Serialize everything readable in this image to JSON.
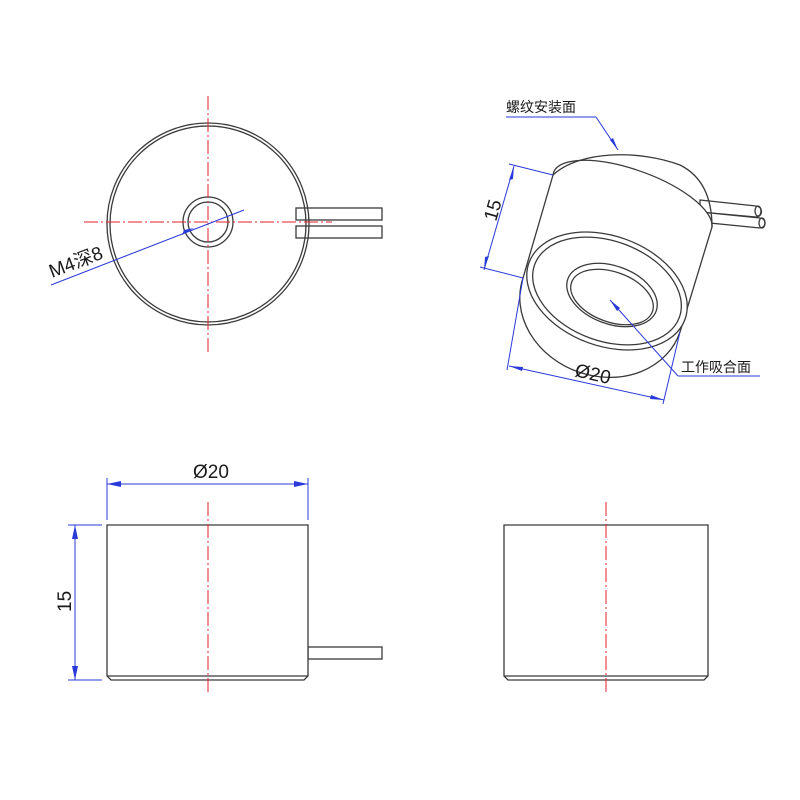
{
  "top_view": {
    "thread_note": "M4深8"
  },
  "iso_view": {
    "mount_face_label": "螺纹安装面",
    "work_face_label": "工作吸合面",
    "height_dim": "15",
    "diameter_dim": "Ø20"
  },
  "front_view": {
    "diameter_dim": "Ø20",
    "height_dim": "15"
  },
  "colors": {
    "outline": "#3a3a3a",
    "centerline": "#e0202a",
    "dimension": "#2a3ad8"
  }
}
